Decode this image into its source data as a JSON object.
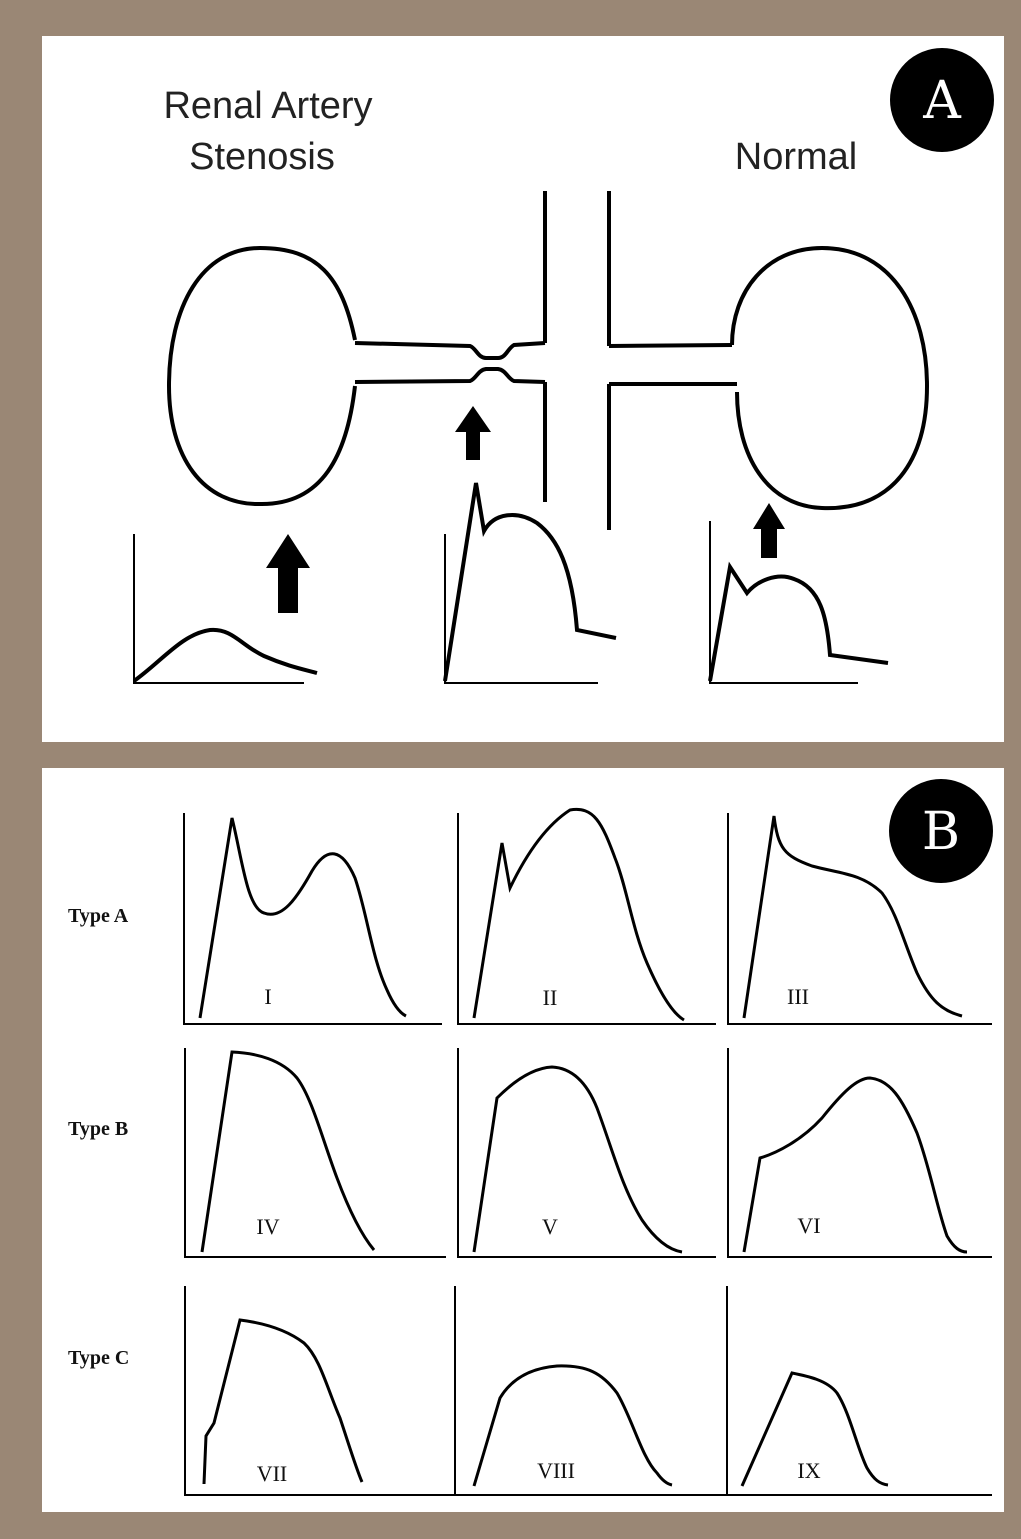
{
  "panel_a": {
    "badge": "A",
    "label_stenosis_line1": "Renal Artery",
    "label_stenosis_line2": "Stenosis",
    "label_normal": "Normal"
  },
  "panel_b": {
    "badge": "B",
    "rows": [
      {
        "label": "Type A",
        "cells": [
          "I",
          "II",
          "III"
        ]
      },
      {
        "label": "Type B",
        "cells": [
          "IV",
          "V",
          "VI"
        ]
      },
      {
        "label": "Type C",
        "cells": [
          "VII",
          "VIII",
          "IX"
        ]
      }
    ]
  },
  "colors": {
    "frame": "#9a8775",
    "panel": "#ffffff",
    "ink": "#000000"
  }
}
